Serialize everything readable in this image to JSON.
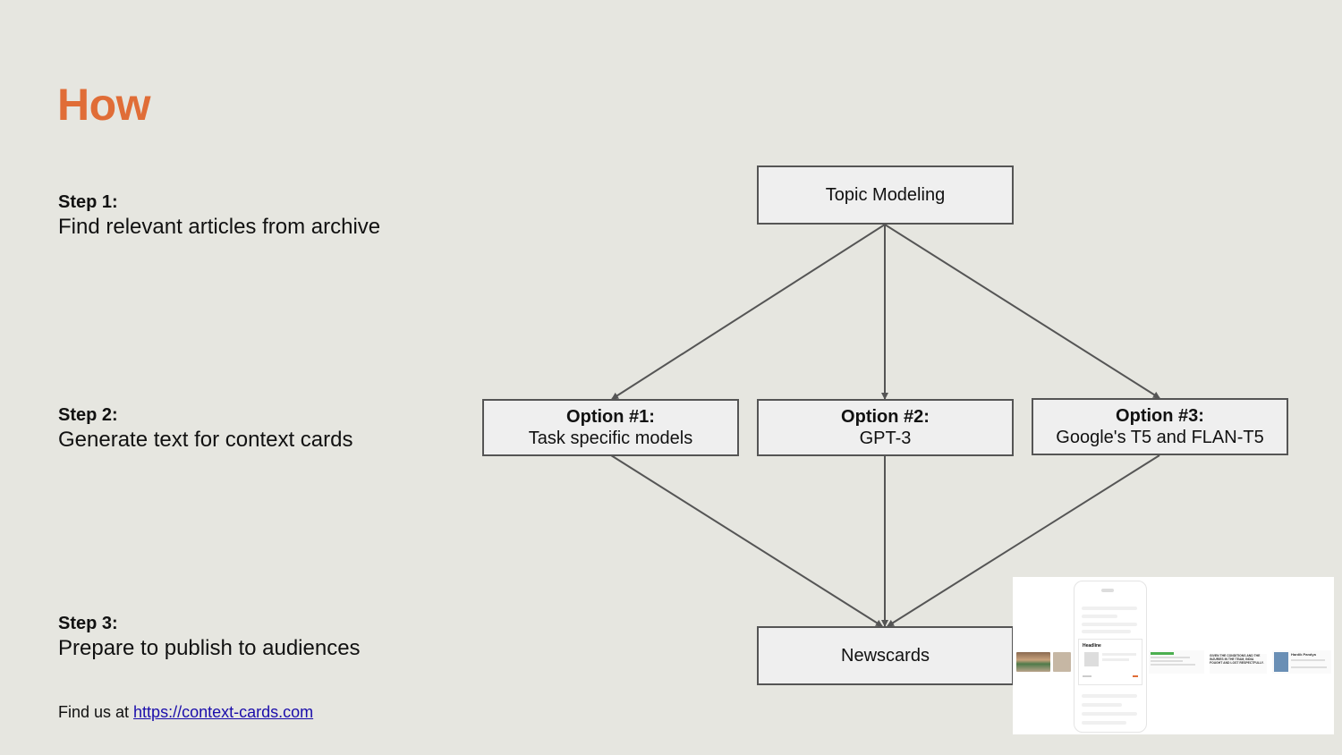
{
  "title": "How",
  "steps": [
    {
      "label": "Step 1:",
      "desc": "Find relevant articles from archive"
    },
    {
      "label": "Step 2:",
      "desc": "Generate text for context cards"
    },
    {
      "label": "Step 3:",
      "desc": "Prepare to publish to audiences"
    }
  ],
  "footer": {
    "prefix": "Find us at ",
    "link": "https://context-cards.com"
  },
  "diagram": {
    "top": "Topic Modeling",
    "options": [
      {
        "title": "Option #1:",
        "desc": "Task specific models"
      },
      {
        "title": "Option #2:",
        "desc": "GPT-3"
      },
      {
        "title": "Option #3:",
        "desc": "Google's T5 and FLAN-T5"
      }
    ],
    "bottom": "Newscards"
  },
  "screenshot": {
    "headline": "Headline",
    "card_heading": "GIVEN THE CONDITIONS AND THE INJURIES IN THE TEAM, INDIA FOUGHT AND LOST RESPECTFULLY.",
    "player_name": "Hardik Pandya"
  },
  "colors": {
    "accent": "#e06d37",
    "background": "#e6e6e0",
    "box_fill": "#efefef",
    "line": "#555555",
    "link": "#1a0dab"
  }
}
